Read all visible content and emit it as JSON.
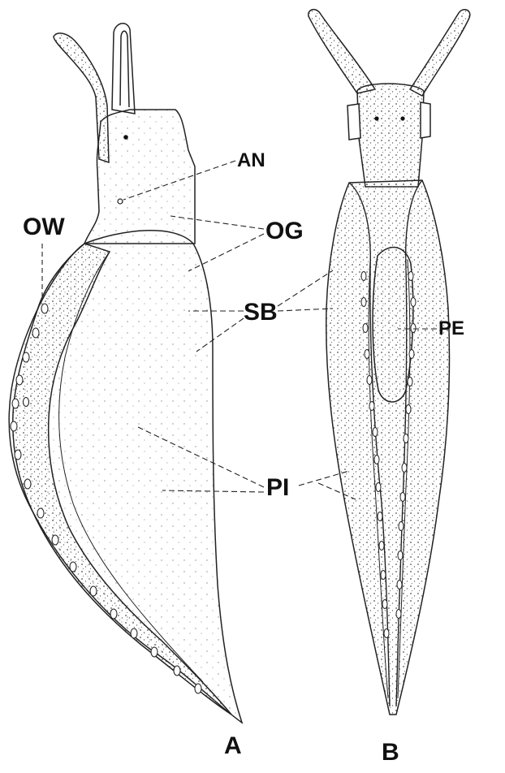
{
  "figure": {
    "labels": {
      "an": "AN",
      "ow": "OW",
      "og": "OG",
      "sb": "SB",
      "pe": "PE",
      "pi": "PI",
      "panel_a": "A",
      "panel_b": "B"
    }
  }
}
